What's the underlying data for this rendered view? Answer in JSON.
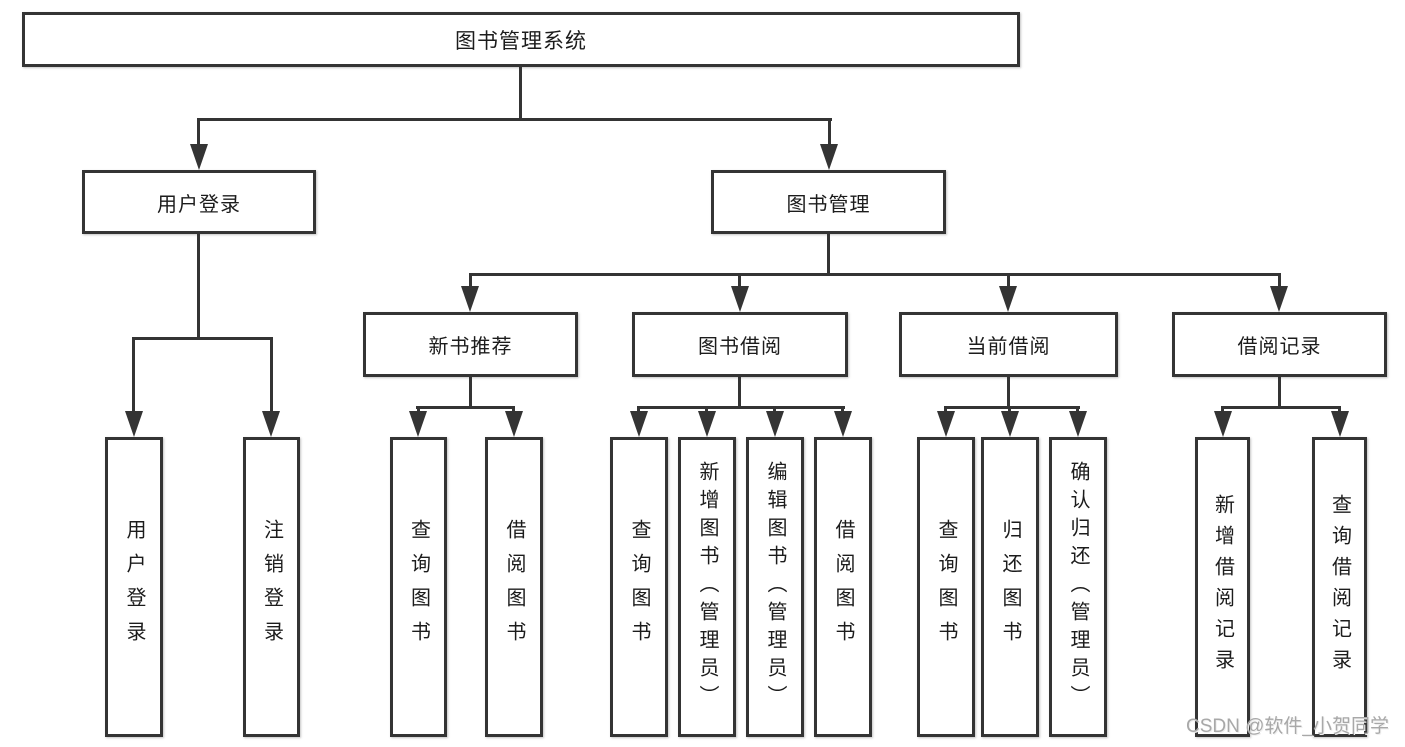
{
  "watermark": "CSDN @软件_小贺同学",
  "colors": {
    "background": "#ffffff",
    "line": "#343434",
    "text": "#1c1c1c",
    "watermark": "#a8a8a8"
  },
  "tree": {
    "label": "图书管理系统",
    "children": [
      {
        "label": "用户登录",
        "children": [
          {
            "label": "用户登录"
          },
          {
            "label": "注销登录"
          }
        ]
      },
      {
        "label": "图书管理",
        "children": [
          {
            "label": "新书推荐",
            "children": [
              {
                "label": "查询图书"
              },
              {
                "label": "借阅图书"
              }
            ]
          },
          {
            "label": "图书借阅",
            "children": [
              {
                "label": "查询图书"
              },
              {
                "label": "新增图书（管理员）"
              },
              {
                "label": "编辑图书（管理员）"
              },
              {
                "label": "借阅图书"
              }
            ]
          },
          {
            "label": "当前借阅",
            "children": [
              {
                "label": "查询图书"
              },
              {
                "label": "归还图书"
              },
              {
                "label": "确认归还（管理员）"
              }
            ]
          },
          {
            "label": "借阅记录",
            "children": [
              {
                "label": "新增借阅记录"
              },
              {
                "label": "查询借阅记录"
              }
            ]
          }
        ]
      }
    ]
  }
}
